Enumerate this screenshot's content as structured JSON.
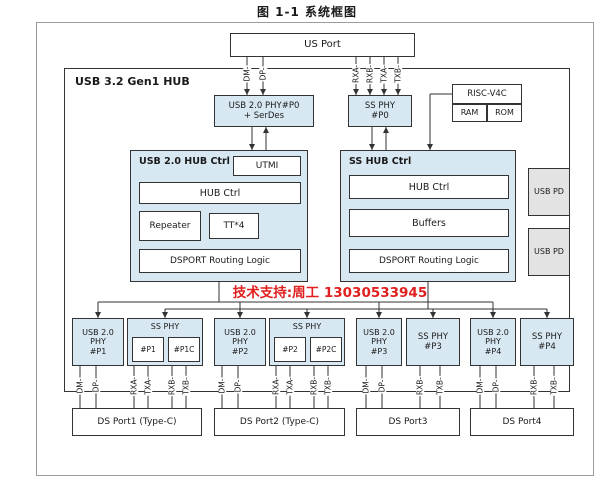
{
  "title": "图 1-1  系统框图",
  "watermark": "技术支持:周工 13030533945",
  "colors": {
    "phy_fill": "#d8e8f2",
    "pd_fill": "#e3e3e3",
    "line": "#333333",
    "watermark_red": "#e01f1f"
  },
  "us_port": "US Port",
  "hub_label": "USB 3.2 Gen1 HUB",
  "phy0_usb2": {
    "line1": "USB 2.0 PHY#P0",
    "line2": "+ SerDes"
  },
  "phy0_ss": {
    "line1": "SS PHY",
    "line2": "#P0"
  },
  "risc": {
    "cpu": "RISC-V4C",
    "ram": "RAM",
    "rom": "ROM"
  },
  "usb2_hub": {
    "title": "USB 2.0 HUB Ctrl",
    "utmi": "UTMI",
    "hub_ctrl": "HUB Ctrl",
    "repeater": "Repeater",
    "tt": "TT*4",
    "routing": "DSPORT Routing Logic"
  },
  "ss_hub": {
    "title": "SS HUB Ctrl",
    "hub_ctrl": "HUB Ctrl",
    "buffers": "Buffers",
    "routing": "DSPORT Routing Logic"
  },
  "usb_pd": "USB PD",
  "groups": [
    {
      "usb2": [
        "USB 2.0",
        "PHY",
        "#P1"
      ],
      "ss_label": "SS PHY",
      "ss_cols": [
        "#P1",
        "#P1C"
      ],
      "ds": "DS Port1 (Type-C)"
    },
    {
      "usb2": [
        "USB 2.0",
        "PHY",
        "#P2"
      ],
      "ss_label": "SS PHY",
      "ss_cols": [
        "#P2",
        "#P2C"
      ],
      "ds": "DS Port2 (Type-C)"
    },
    {
      "usb2": [
        "USB 2.0",
        "PHY",
        "#P3"
      ],
      "ss_label": "SS PHY",
      "ss_sub": "#P3",
      "ds": "DS Port3"
    },
    {
      "usb2": [
        "USB 2.0",
        "PHY",
        "#P4"
      ],
      "ss_label": "SS PHY",
      "ss_sub": "#P4",
      "ds": "DS Port4"
    }
  ],
  "signals": {
    "us": [
      "DM-",
      "DP-",
      "RXA-",
      "RXB-",
      "TXA-",
      "TXB-"
    ],
    "p1": [
      "DM-",
      "DP-",
      "RXA-",
      "TXA-",
      "RXB-",
      "TXB-"
    ],
    "p2": [
      "DM-",
      "DP-",
      "RXA-",
      "TXA-",
      "RXB-",
      "TXB-"
    ],
    "p3": [
      "DM-",
      "DP-",
      "RXB-",
      "TXB-"
    ],
    "p4": [
      "DM-",
      "DP-",
      "RXB-",
      "TXB-"
    ]
  }
}
